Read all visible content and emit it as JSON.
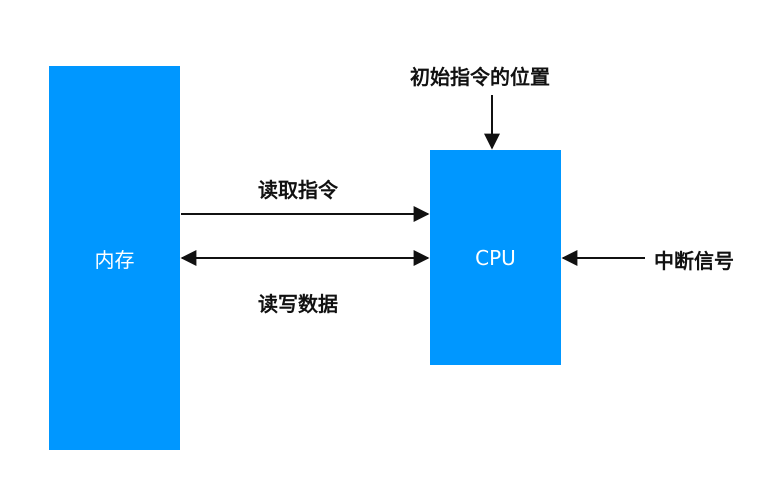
{
  "memory": {
    "label": "内存"
  },
  "cpu": {
    "label": "CPU"
  },
  "arrows": {
    "read_instruction": "读取指令",
    "read_write_data": "读写数据",
    "initial_instruction_location": "初始指令的位置",
    "interrupt_signal": "中断信号"
  },
  "colors": {
    "box_fill": "#0097ff",
    "box_text": "#ffffff",
    "label_text": "#111111",
    "arrow": "#111111"
  }
}
